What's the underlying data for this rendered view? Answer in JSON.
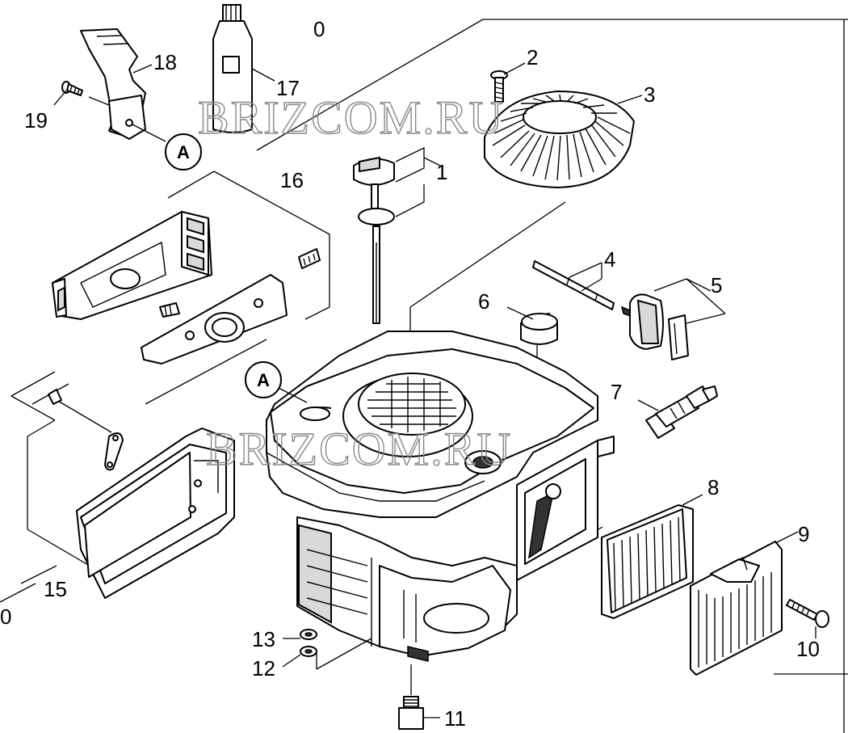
{
  "watermark": "BRIZCOM.RU",
  "callout_ref": "A",
  "part_labels": [
    "0",
    "1",
    "2",
    "3",
    "4",
    "5",
    "6",
    "7",
    "8",
    "9",
    "10",
    "11",
    "12",
    "13",
    "15",
    "16",
    "17",
    "18",
    "19",
    "0"
  ]
}
